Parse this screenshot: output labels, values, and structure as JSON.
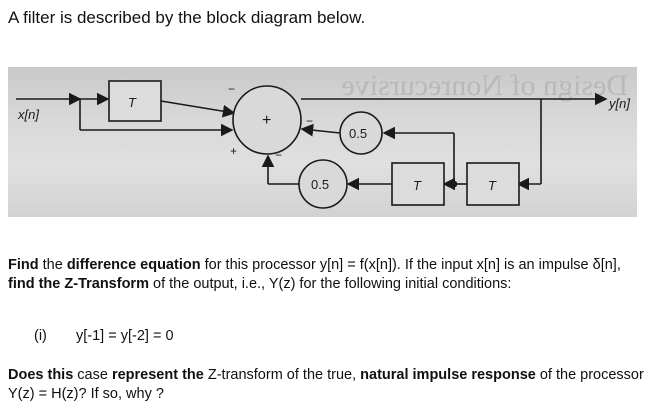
{
  "intro": "A filter is described by the block diagram below.",
  "diagram": {
    "input_label": "x[n]",
    "output_label": "y[n]",
    "delay_label": "T",
    "gain_label": "0.5",
    "plus": "+",
    "minus": "−",
    "watermark": "Design of Nonrecursive"
  },
  "question1": {
    "b1": "Find",
    "t1": " the ",
    "b2": "difference equation",
    "t2": " for this processor y[n] = f(x[n]). If the input x[n] is an impulse δ[n], ",
    "b3": "find the Z-Transform",
    "t3": " of the output, i.e., Y(z) for the following initial conditions:"
  },
  "condition": {
    "number": "(i)",
    "text": "y[-1] = y[-2] = 0"
  },
  "question2": {
    "b1": "Does this",
    "t1": " case ",
    "b2": "represent the",
    "t2": " Z-transform of the true, ",
    "b3": "natural impulse response",
    "t3": " of the processor Y(z) = H(z)? If so, why ?"
  }
}
